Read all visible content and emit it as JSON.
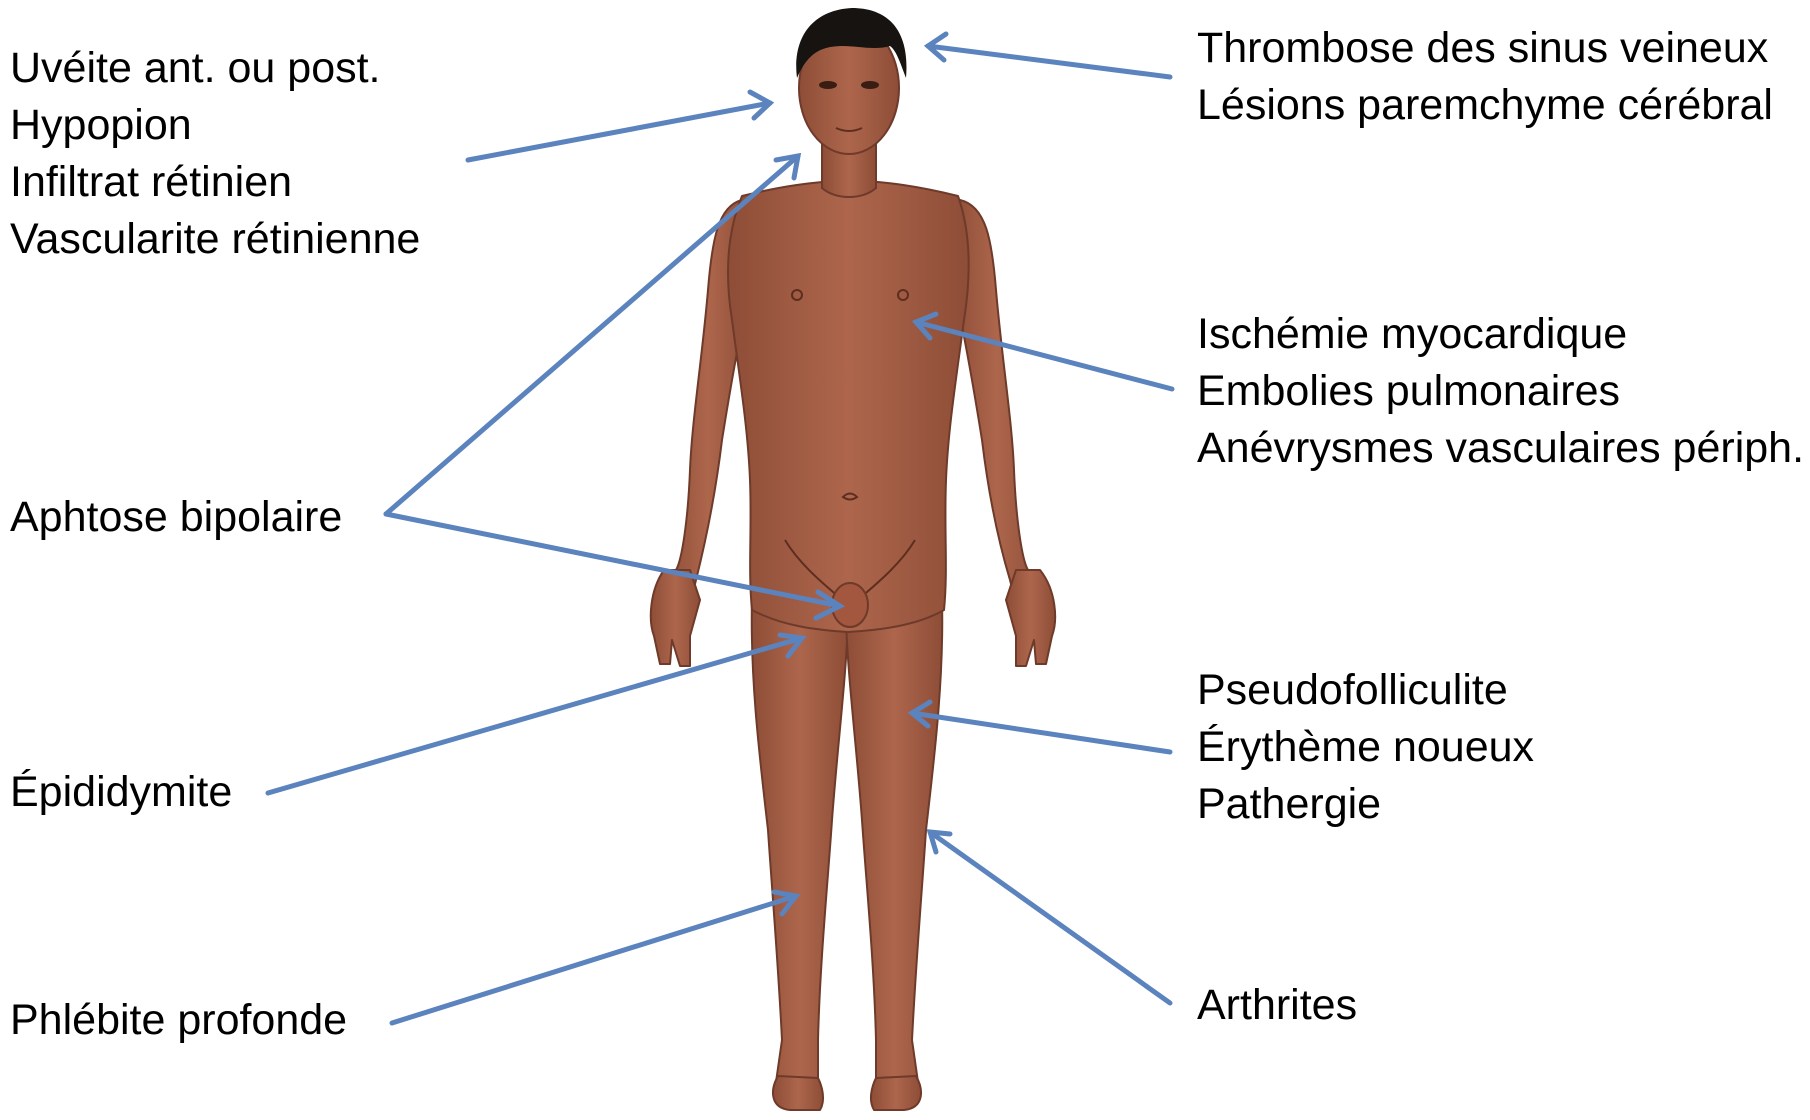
{
  "diagram": {
    "arrow_color": "#5b83bd",
    "skin_color": "#a65e45",
    "hair_color": "#161311",
    "labels": {
      "eye": [
        "Uvéite ant. ou post.",
        "Hypopion",
        "Infiltrat rétinien",
        "Vascularite rétinienne"
      ],
      "brain": [
        "Thrombose des sinus veineux",
        "Lésions paremchyme cérébral"
      ],
      "heart_lungs": [
        "Ischémie myocardique",
        "Embolies pulmonaires",
        "Anévrysmes vasculaires périph."
      ],
      "aphtose": "Aphtose bipolaire",
      "skin": [
        "Pseudofolliculite",
        "Érythème noueux",
        "Pathergie"
      ],
      "epididymite": "Épididymite",
      "arthrites": "Arthrites",
      "phlebite": "Phlébite profonde"
    }
  }
}
